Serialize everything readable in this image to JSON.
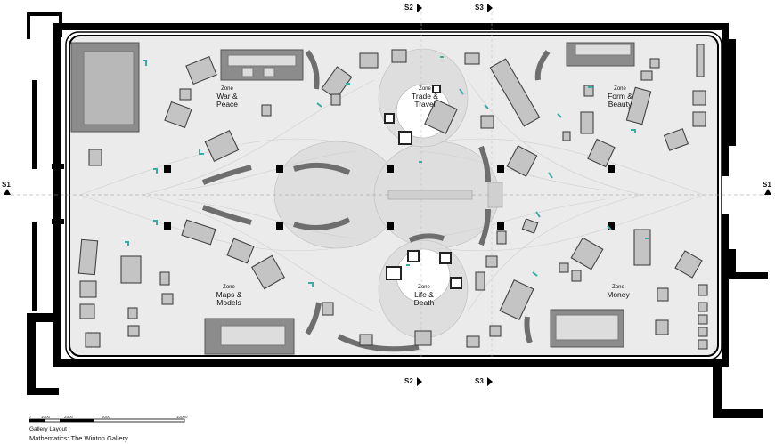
{
  "zones": [
    {
      "id": "war-and-peace",
      "small": "Zone",
      "name": "War & Peace"
    },
    {
      "id": "trade-and-travel",
      "small": "Zone",
      "name": "Trade & Travel"
    },
    {
      "id": "form-and-beauty",
      "small": "Zone",
      "name": "Form & Beauty"
    },
    {
      "id": "maps-and-models",
      "small": "Zone",
      "name": "Maps & Models"
    },
    {
      "id": "life-and-death",
      "small": "Zone",
      "name": "Life & Death"
    },
    {
      "id": "money",
      "small": "Zone",
      "name": "Money"
    }
  ],
  "sections": {
    "s2_top": "S2",
    "s3_top": "S3",
    "s1_left": "S1",
    "s1_right": "S1",
    "s2_bottom": "S2",
    "s3_bottom": "S3"
  },
  "scale_bar": {
    "labels": [
      "0",
      "1000",
      "2500",
      "5000",
      "10000"
    ]
  },
  "caption": {
    "subtitle": "Gallery Layout",
    "title": "Mathematics: The Winton Gallery"
  },
  "colors": {
    "wall": "#000000",
    "floor": "#ebebeb",
    "case_dark": "#6e6e6e",
    "case_light": "#c8c8c8",
    "accent": "#3ea9a4"
  }
}
